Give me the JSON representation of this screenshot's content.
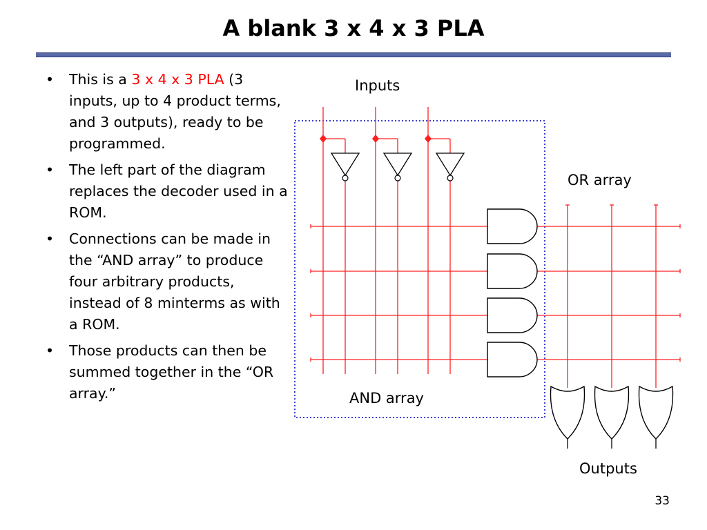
{
  "slide": {
    "title": "A blank 3 x 4 x 3 PLA",
    "page_number": "33"
  },
  "bullets": [
    {
      "pre": "This is a ",
      "highlight": "3 x 4 x 3 PLA",
      "post": " (3 inputs, up to 4 product terms, and 3 outputs), ready to be programmed."
    },
    {
      "pre": "The left part of the diagram replaces the decoder used in a ROM.",
      "highlight": "",
      "post": ""
    },
    {
      "pre": "Connections can be made in the “AND array” to produce four arbitrary products, instead of 8 minterms as with a ROM.",
      "highlight": "",
      "post": ""
    },
    {
      "pre": "Those products can then be summed together in the “OR array.”",
      "highlight": "",
      "post": ""
    }
  ],
  "diagram": {
    "labels": {
      "inputs": "Inputs",
      "or_array": "OR array",
      "and_array": "AND array",
      "outputs": "Outputs"
    },
    "input_count": 3,
    "product_term_count": 4,
    "output_count": 3
  },
  "colors": {
    "highlight": "#ff0000",
    "wire": "#ff2020",
    "gate_stroke": "#000000",
    "dotted_box": "#3a3fd0",
    "title_rule": "#5a6aa8"
  }
}
